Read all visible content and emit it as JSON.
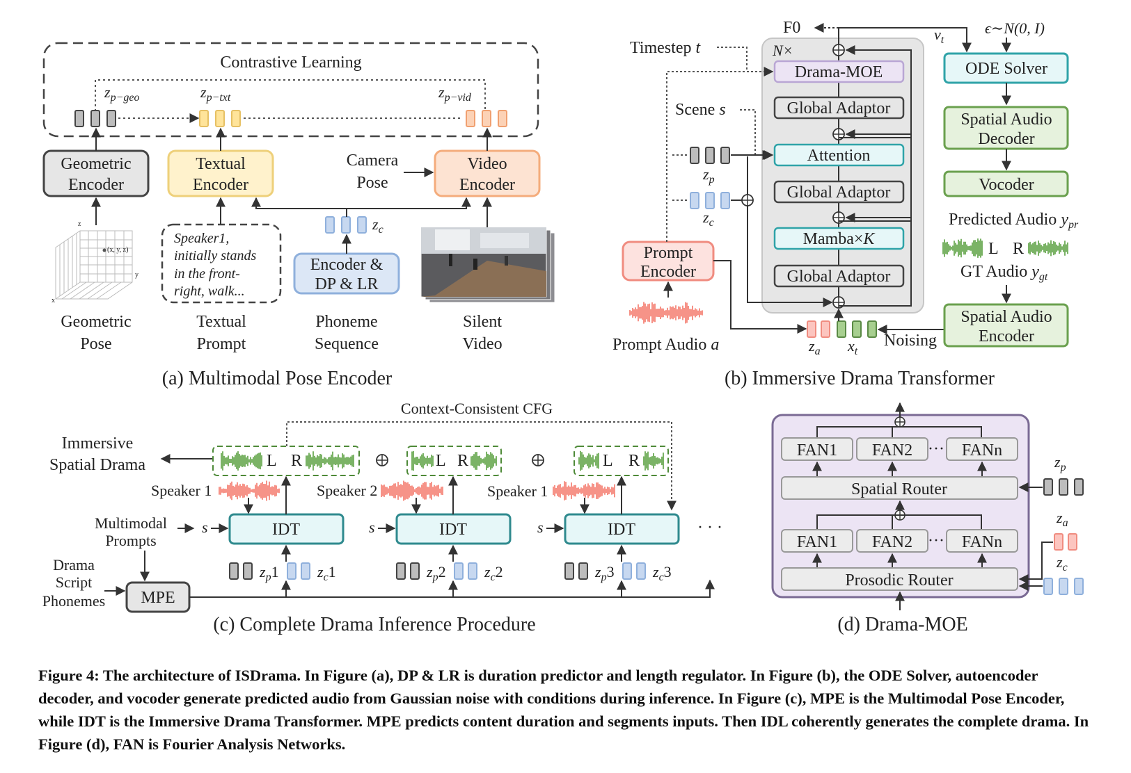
{
  "panel_a": {
    "caption": "(a) Multimodal Pose Encoder",
    "contrastive": "Contrastive Learning",
    "z_geo": "z",
    "z_geo_sub": "p−geo",
    "z_txt": "z",
    "z_txt_sub": "p−txt",
    "z_vid": "z",
    "z_vid_sub": "p−vid",
    "geo_encoder": [
      "Geometric",
      "Encoder"
    ],
    "text_encoder": [
      "Textual",
      "Encoder"
    ],
    "video_encoder": [
      "Video",
      "Encoder"
    ],
    "camera_pose": [
      "Camera",
      "Pose"
    ],
    "phon_encoder": [
      "Encoder &",
      "DP & LR"
    ],
    "zc": "z",
    "zc_sub": "c",
    "prompt_text": [
      "Speaker1,",
      "initially stands",
      "in the front-",
      "right, walk..."
    ],
    "cube_label": "(x, y, z)",
    "cube_axes": [
      "z",
      "y",
      "x"
    ],
    "inputs": [
      [
        "Geometric",
        "Pose"
      ],
      [
        "Textual",
        "Prompt"
      ],
      [
        "Phoneme",
        "Sequence"
      ],
      [
        "Silent",
        "Video"
      ]
    ]
  },
  "panel_b": {
    "caption": "(b) Immersive Drama Transformer",
    "f0": "F0",
    "timestep": "Timestep ",
    "timestep_var": "t",
    "nx": "N×",
    "vt": "v",
    "vt_sub": "t",
    "noise": "ϵ∼N(0, I)",
    "drama_moe": "Drama-MOE",
    "global_adaptor": "Global Adaptor",
    "attention": "Attention",
    "mamba": "Mamba×",
    "mamba_k": "K",
    "scene": "Scene ",
    "scene_var": "s",
    "zp": "z",
    "zp_sub": "p",
    "zc": "z",
    "zc_sub": "c",
    "prompt_encoder": [
      "Prompt",
      "Encoder"
    ],
    "prompt_audio": "Prompt Audio ",
    "prompt_audio_var": "a",
    "za": "z",
    "za_sub": "a",
    "xt": "x",
    "xt_sub": "t",
    "noising": "Noising",
    "ode": "ODE Solver",
    "sad": [
      "Spatial Audio",
      "Decoder"
    ],
    "vocoder": "Vocoder",
    "pred_audio": "Predicted Audio ",
    "pred_var": "y",
    "pred_sub": "pr",
    "L": "L",
    "R": "R",
    "gt_audio": "GT Audio ",
    "gt_var": "y",
    "gt_sub": "gt",
    "sae": [
      "Spatial Audio",
      "Encoder"
    ]
  },
  "panel_c": {
    "caption": "(c) Complete Drama Inference Procedure",
    "cfg": "Context-Consistent CFG",
    "immersive": [
      "Immersive",
      "Spatial Drama"
    ],
    "L": "L",
    "R": "R",
    "speakers": [
      "Speaker 1",
      "Speaker 2",
      "Speaker 1"
    ],
    "mm_prompts": [
      "Multimodal",
      "Prompts"
    ],
    "s": "s",
    "idt": "IDT",
    "zp": "z",
    "zp_sub": "p",
    "zc": "z",
    "zc_sub": "c",
    "idx": [
      "1",
      "2",
      "3"
    ],
    "script": [
      "Drama",
      "Script",
      "Phonemes"
    ],
    "mpe": "MPE",
    "ellipsis": "· · ·"
  },
  "panel_d": {
    "caption": "(d) Drama-MOE",
    "fan1": "FAN1",
    "fan2": "FAN2",
    "fann": "FANn",
    "dots": "···",
    "spatial_router": "Spatial Router",
    "prosodic_router": "Prosodic Router",
    "zp": "z",
    "zp_sub": "p",
    "za": "z",
    "za_sub": "a",
    "zc": "z",
    "zc_sub": "c"
  },
  "caption": "Figure 4: The architecture of ISDrama. In Figure (a), DP & LR is duration predictor and length regulator. In Figure (b), the ODE Solver, autoencoder decoder, and vocoder generate predicted audio from Gaussian noise with conditions during inference. In Figure (c), MPE is the Multimodal Pose Encoder, while IDT is the Immersive Drama Transformer. MPE predicts content duration and segments inputs. Then IDL coherently generates the complete drama. In Figure (d), FAN is Fourier Analysis Networks.",
  "colors": {
    "geo": "#e6e6e6",
    "text": "#fff2cc",
    "video": "#fde3d2",
    "phon": "#dce7f6",
    "teal": "#e6f7f8",
    "green": "#e6f2dd",
    "moe": "#ece4f4",
    "prompt": "#fde2df",
    "wave_red": "#f4786a",
    "wave_green": "#5aa040",
    "scene_photo": "#5b5b5e"
  }
}
